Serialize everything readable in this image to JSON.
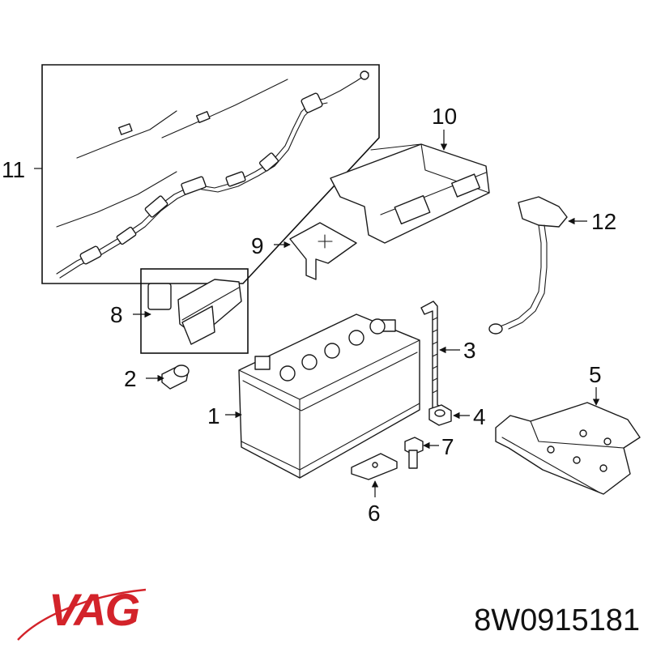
{
  "callouts": {
    "c1": "1",
    "c2": "2",
    "c3": "3",
    "c4": "4",
    "c5": "5",
    "c6": "6",
    "c7": "7",
    "c8": "8",
    "c9": "9",
    "c10": "10",
    "c11": "11",
    "c12": "12"
  },
  "brand": {
    "logo_text": "VAG",
    "logo_color": "#d3232a"
  },
  "part_number": "8W0915181"
}
